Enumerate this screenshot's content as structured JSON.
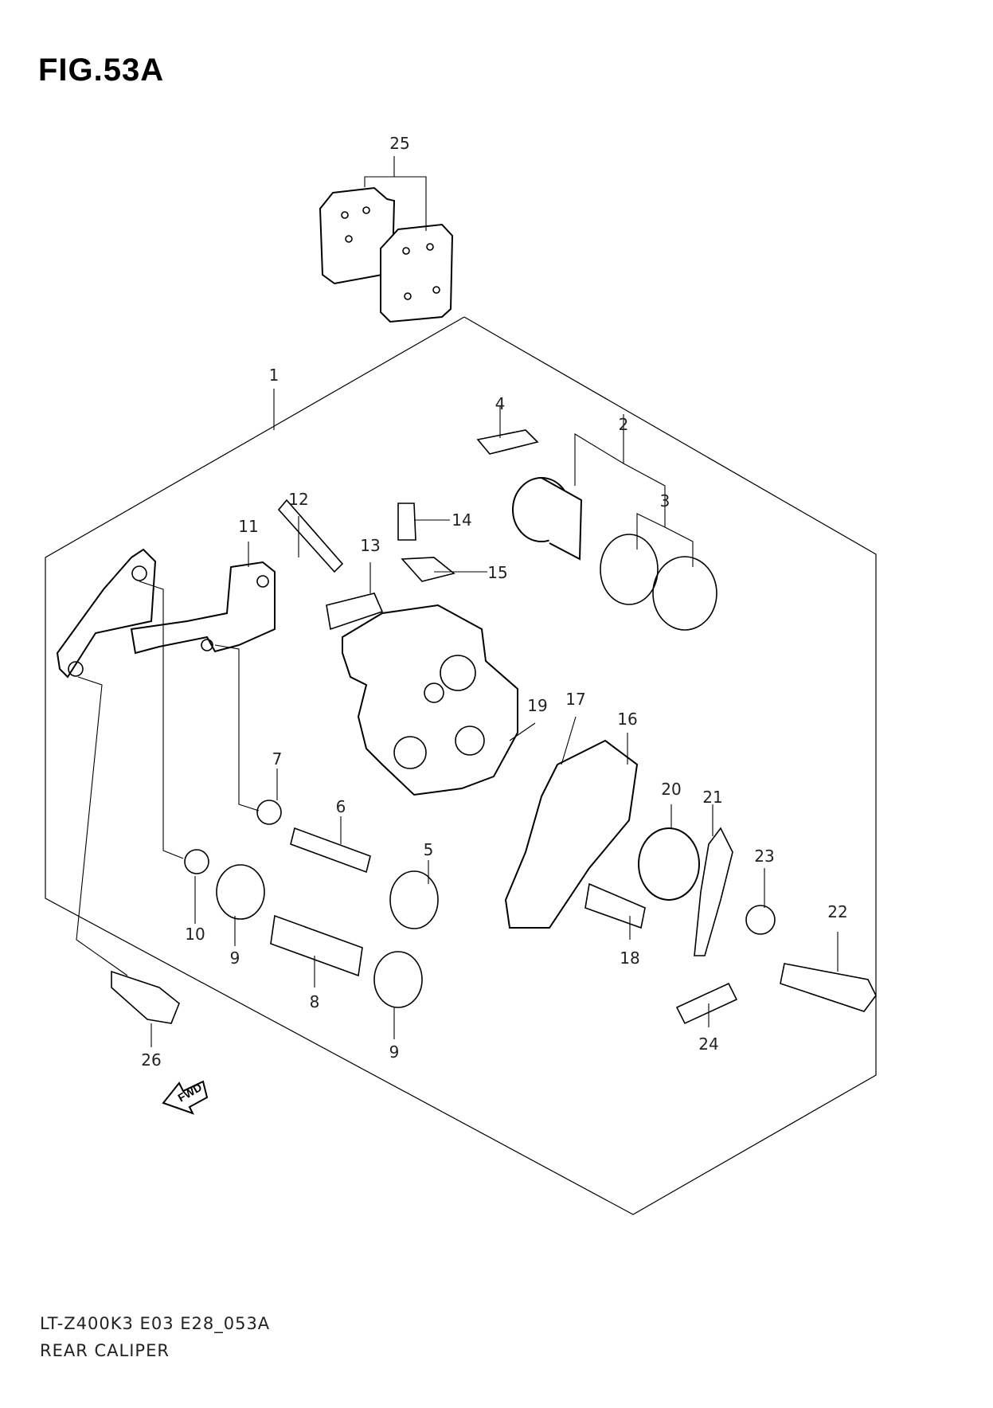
{
  "figure": {
    "title": "FIG.53A",
    "model_code": "LT-Z400K3 E03 E28_053A",
    "section_name": "REAR CALIPER",
    "fwd_label": "FWD"
  },
  "callouts": [
    "1",
    "2",
    "3",
    "4",
    "5",
    "6",
    "7",
    "8",
    "9",
    "9",
    "10",
    "11",
    "12",
    "13",
    "14",
    "15",
    "16",
    "17",
    "18",
    "19",
    "20",
    "21",
    "22",
    "23",
    "24",
    "25",
    "26"
  ]
}
